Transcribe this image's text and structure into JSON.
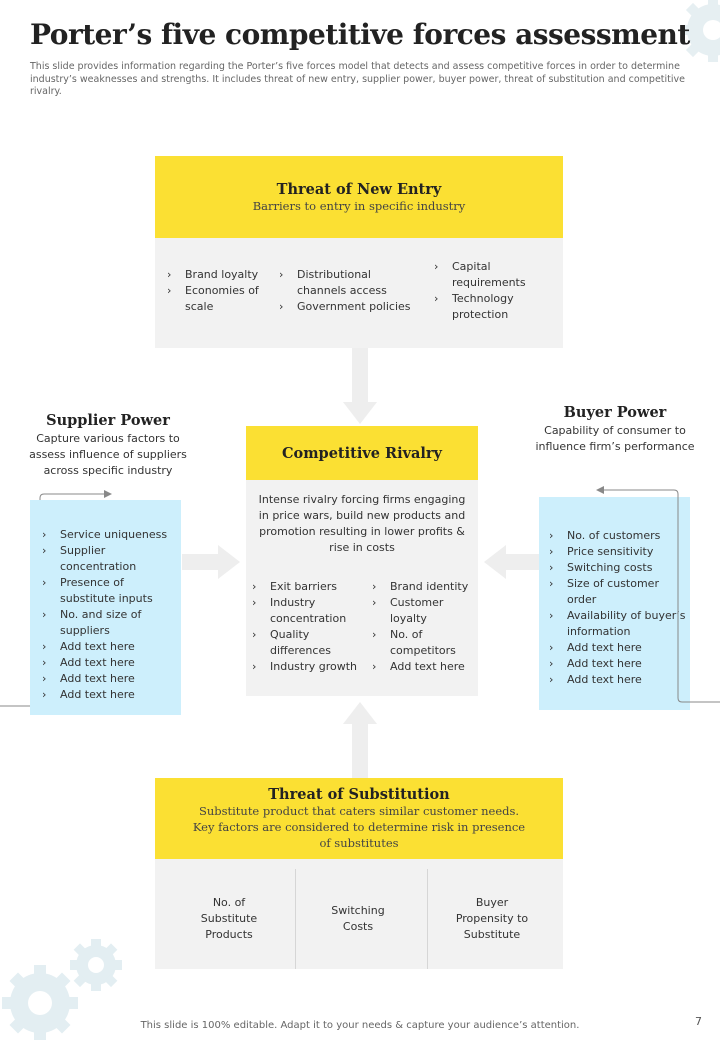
{
  "header": {
    "title": "Porter’s five competitive forces assessment",
    "description": "This slide provides information regarding the Porter’s five forces model that detects and assess competitive forces in order to determine industry’s weaknesses and strengths. It includes threat of new entry, supplier power, buyer power, threat of substitution and competitive rivalry."
  },
  "new_entry": {
    "title": "Threat of New Entry",
    "subtitle": "Barriers to entry in specific industry",
    "col1": [
      "Brand loyalty",
      "Economies of scale"
    ],
    "col2": [
      "Distributional channels access",
      "Government policies"
    ],
    "col3": [
      "Capital requirements",
      "Technology protection"
    ]
  },
  "supplier": {
    "title": "Supplier Power",
    "description": "Capture various factors to assess influence of suppliers across specific industry",
    "items": [
      "Service uniqueness",
      "Supplier concentration",
      "Presence of substitute inputs",
      "No. and size of suppliers",
      "Add text here",
      "Add text here",
      "Add text here",
      "Add text here"
    ]
  },
  "buyer": {
    "title": "Buyer Power",
    "description": "Capability of consumer to influence firm’s performance",
    "items": [
      "No. of customers",
      "Price sensitivity",
      "Switching costs",
      "Size of customer order",
      "Availability of buyer’s information",
      "Add text here",
      "Add text here",
      "Add text here"
    ]
  },
  "rivalry": {
    "title": "Competitive Rivalry",
    "description": "Intense rivalry forcing firms engaging in price wars, build new products and promotion resulting in lower profits & rise in costs",
    "col1": [
      "Exit barriers",
      "Industry concentration",
      "Quality differences",
      "Industry growth"
    ],
    "col2": [
      "Brand identity",
      "Customer loyalty",
      "No. of competitors",
      "Add text here"
    ]
  },
  "substitution": {
    "title": "Threat of Substitution",
    "subtitle": "Substitute product that caters similar customer needs. Key factors are considered to determine risk in presence of substitutes",
    "cells": [
      "No. of Substitute Products",
      "Switching Costs",
      "Buyer Propensity to Substitute"
    ]
  },
  "footer": {
    "note": "This slide is 100% editable. Adapt it to your needs & capture your audience’s attention.",
    "page": "7"
  },
  "colors": {
    "yellow": "#fbe033",
    "gray": "#f2f2f2",
    "blue": "#cdeffc",
    "gear": "#e3eef2"
  },
  "icons": [
    "gear-icon",
    "chevron-right-icon",
    "arrow-down-icon",
    "arrow-up-icon",
    "arrow-right-icon",
    "arrow-left-icon"
  ]
}
